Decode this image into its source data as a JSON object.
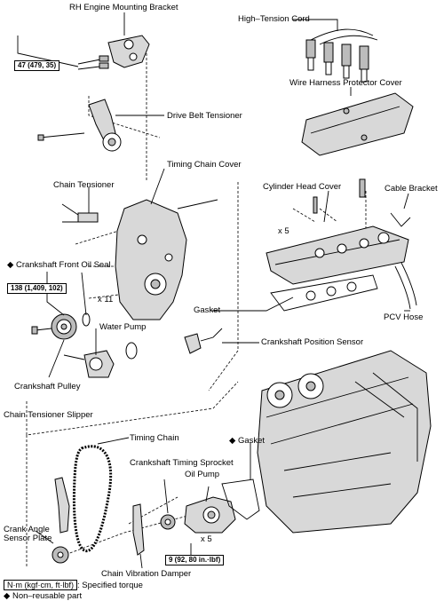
{
  "labels": {
    "rh_engine_mounting_bracket": "RH Engine Mounting Bracket",
    "high_tension_cord": "High–Tension Cord",
    "wire_harness_protector_cover": "Wire Harness Protector Cover",
    "drive_belt_tensioner": "Drive Belt Tensioner",
    "timing_chain_cover": "Timing Chain Cover",
    "chain_tensioner": "Chain Tensioner",
    "cylinder_head_cover": "Cylinder Head Cover",
    "cable_bracket": "Cable Bracket",
    "x5_upper": "x 5",
    "crankshaft_front_oil_seal": "Crankshaft Front Oil Seal",
    "x11": "x 11",
    "gasket_upper": "Gasket",
    "pcv_hose": "PCV Hose",
    "water_pump": "Water Pump",
    "crankshaft_position_sensor": "Crankshaft Position Sensor",
    "crankshaft_pulley": "Crankshaft Pulley",
    "chain_tensioner_slipper": "Chain Tensioner Slipper",
    "timing_chain": "Timing Chain",
    "gasket_lower": "Gasket",
    "crankshaft_timing_sprocket": "Crankshaft Timing Sprocket",
    "oil_pump": "Oil Pump",
    "crank_angle_sensor_plate": "Crank Angle\nSensor Plate",
    "x5_lower": "x 5",
    "chain_vibration_damper": "Chain Vibration Damper"
  },
  "torques": {
    "bracket": "47 (479, 35)",
    "pulley": "138 (1,409, 102)",
    "oil_pump": "9 (92, 80 in.·lbf)"
  },
  "legend": {
    "unit_box": "N·m (kgf·cm, ft·lbf)",
    "unit_text": ": Specified torque",
    "non_reusable": "Non–reusable part",
    "non_reusable_symbol": "◆",
    "gasket_symbol": "◆",
    "oil_seal_symbol": "◆"
  }
}
